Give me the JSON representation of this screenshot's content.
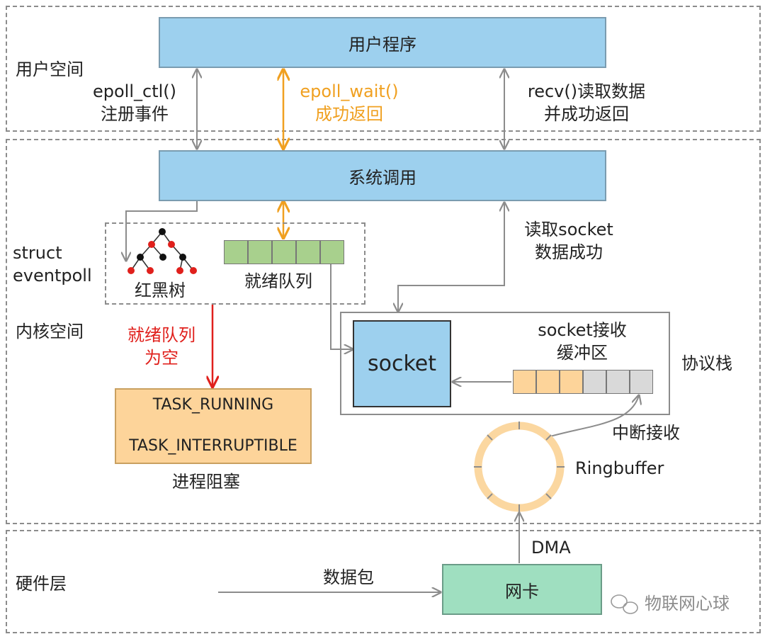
{
  "zones": {
    "user_space": "用户空间",
    "kernel_space": "内核空间",
    "hardware": "硬件层"
  },
  "boxes": {
    "user_program": "用户程序",
    "syscall": "系统调用",
    "socket": "socket",
    "task_running": "TASK_RUNNING",
    "task_interruptible": "TASK_INTERRUPTIBLE",
    "nic": "网卡"
  },
  "labels": {
    "epoll_ctl_1": "epoll_ctl()",
    "epoll_ctl_2": "注册事件",
    "epoll_wait_1": "epoll_wait()",
    "epoll_wait_2": "成功返回",
    "recv_1": "recv()读取数据",
    "recv_2": "并成功返回",
    "struct_1": "struct",
    "struct_2": "eventpoll",
    "rbtree": "红黑树",
    "ready_queue": "就绪队列",
    "read_socket_1": "读取socket",
    "read_socket_2": "数据成功",
    "empty_1": "就绪队列",
    "empty_2": "为空",
    "recv_buffer_1": "socket接收",
    "recv_buffer_2": "缓冲区",
    "protocol_stack": "协议栈",
    "process_blocked": "进程阻塞",
    "interrupt": "中断接收",
    "ringbuffer": "Ringbuffer",
    "dma": "DMA",
    "packet": "数据包",
    "watermark": "物联网心球"
  },
  "colors": {
    "blue_box": "#9dd0ee",
    "green_queue": "#a8d08d",
    "orange_box": "#fdd49a",
    "orange_cell": "#fdd49a",
    "grey_cell": "#d9d9d9",
    "nic": "#9fdfc0",
    "orange_arrow": "#f0a020",
    "red_arrow": "#e0201c",
    "grey_arrow": "#8c8c8c"
  }
}
